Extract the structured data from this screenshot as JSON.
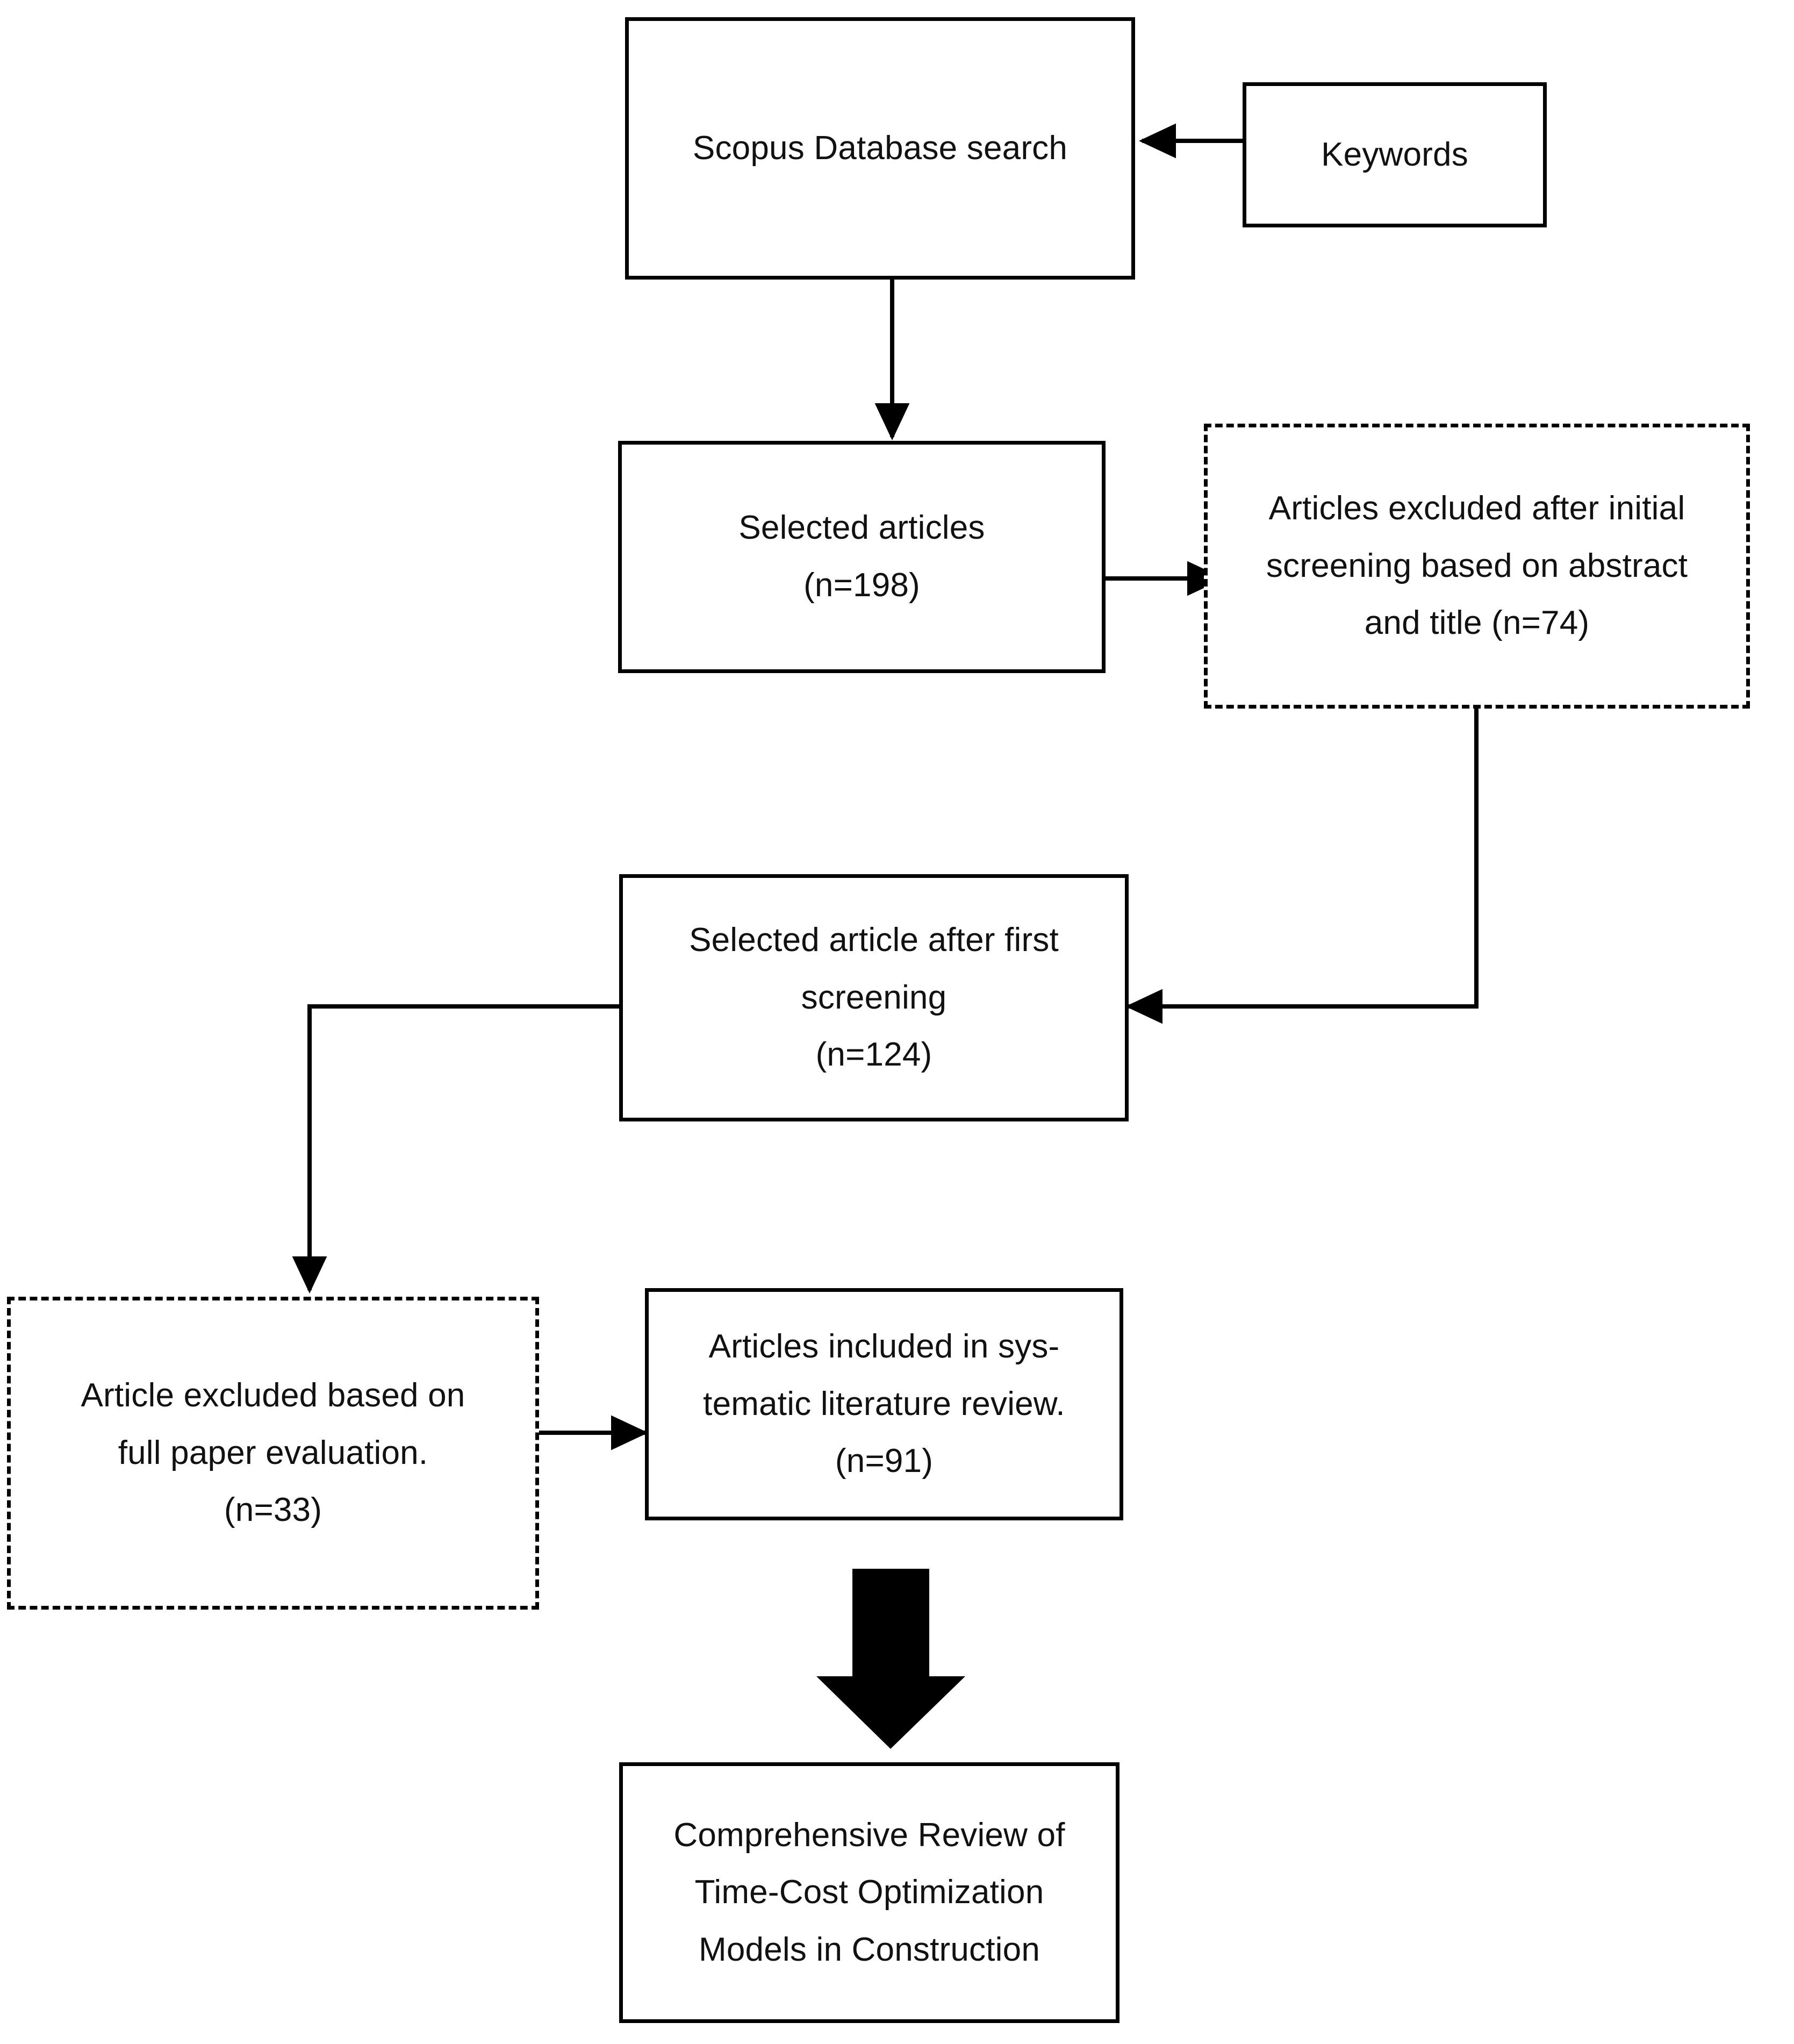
{
  "diagram": {
    "type": "flowchart",
    "title": "PRISMA-style article selection flow",
    "colors": {
      "stroke": "#000000",
      "fill": "#ffffff",
      "text": "#111111"
    },
    "nodes": [
      {
        "id": "scopus-search",
        "shape": "rectangle",
        "border": "solid",
        "lines": [
          "Scopus Database search"
        ]
      },
      {
        "id": "keywords",
        "shape": "rectangle",
        "border": "solid",
        "lines": [
          "Keywords"
        ]
      },
      {
        "id": "selected-articles",
        "shape": "rectangle",
        "border": "solid",
        "lines": [
          "Selected articles",
          "(n=198)"
        ]
      },
      {
        "id": "excluded-initial-screening",
        "shape": "rectangle",
        "border": "dashed",
        "lines": [
          "Articles excluded after initial",
          "screening based on abstract",
          "and title (n=74)"
        ]
      },
      {
        "id": "selected-after-first-screening",
        "shape": "rectangle",
        "border": "solid",
        "lines": [
          "Selected article after first",
          "screening",
          "(n=124)"
        ]
      },
      {
        "id": "excluded-full-paper",
        "shape": "rectangle",
        "border": "dashed",
        "lines": [
          "Article excluded based on",
          "full paper evaluation.",
          "(n=33)"
        ]
      },
      {
        "id": "included-in-review",
        "shape": "rectangle",
        "border": "solid",
        "lines": [
          "Articles included in sys-",
          "tematic literature review.",
          "(n=91)"
        ]
      },
      {
        "id": "comprehensive-review",
        "shape": "rectangle",
        "border": "solid",
        "lines": [
          "Comprehensive Review of",
          "Time-Cost Optimization",
          "Models in Construction"
        ]
      }
    ],
    "edges": [
      {
        "from": "keywords",
        "to": "scopus-search",
        "style": "thin-arrow",
        "direction": "left"
      },
      {
        "from": "scopus-search",
        "to": "selected-articles",
        "style": "thin-arrow",
        "direction": "down"
      },
      {
        "from": "selected-articles",
        "to": "excluded-initial-screening",
        "style": "thin-arrow",
        "direction": "right"
      },
      {
        "from": "excluded-initial-screening",
        "to": "selected-after-first-screening",
        "style": "thin-arrow",
        "direction": "down-left"
      },
      {
        "from": "selected-after-first-screening",
        "to": "excluded-full-paper",
        "style": "thin-arrow",
        "direction": "left-down"
      },
      {
        "from": "excluded-full-paper",
        "to": "included-in-review",
        "style": "thin-arrow",
        "direction": "right"
      },
      {
        "from": "included-in-review",
        "to": "comprehensive-review",
        "style": "block-arrow",
        "direction": "down"
      }
    ]
  }
}
